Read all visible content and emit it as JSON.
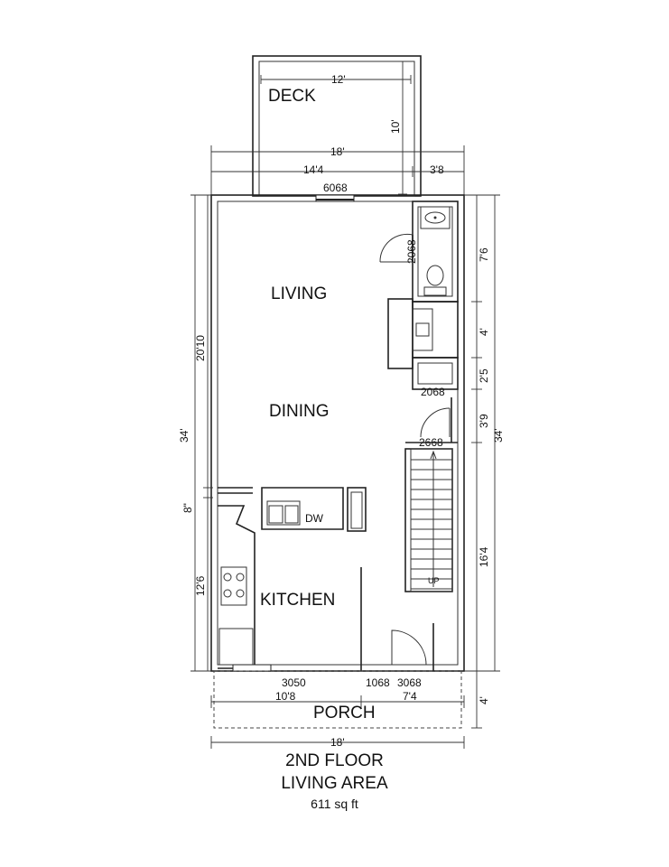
{
  "rooms": {
    "deck": "DECK",
    "living": "LIVING",
    "dining": "DINING",
    "kitchen": "KITCHEN",
    "porch": "PORCH",
    "dw": "DW",
    "up": "UP"
  },
  "dimensions": {
    "deck_width": "12'",
    "deck_depth": "10'",
    "overall_width_top": "18'",
    "left_segment_top": "14'4",
    "right_segment_top": "3'8",
    "overall_depth_left": "34'",
    "living_dining_depth": "20'10",
    "wall_gap": "8\"",
    "kitchen_depth": "12'6",
    "overall_depth_right": "34'",
    "bath_depth": "7'6",
    "closet_depth": "4'",
    "hall_depth": "2'5",
    "landing_depth": "3'9",
    "stair_depth": "16'4",
    "porch_left": "10'8",
    "porch_right": "7'4",
    "porch_depth": "4'",
    "overall_width_bottom": "18'"
  },
  "openings": {
    "slider": "6068",
    "bath_door": "2068",
    "hall_door": "2068",
    "stair_door": "2668",
    "kitchen_window": "3050",
    "porch_door_a": "1068",
    "porch_door_b": "3068"
  },
  "caption": {
    "line1": "2ND FLOOR",
    "line2": "LIVING AREA",
    "area": "611 sq ft"
  }
}
